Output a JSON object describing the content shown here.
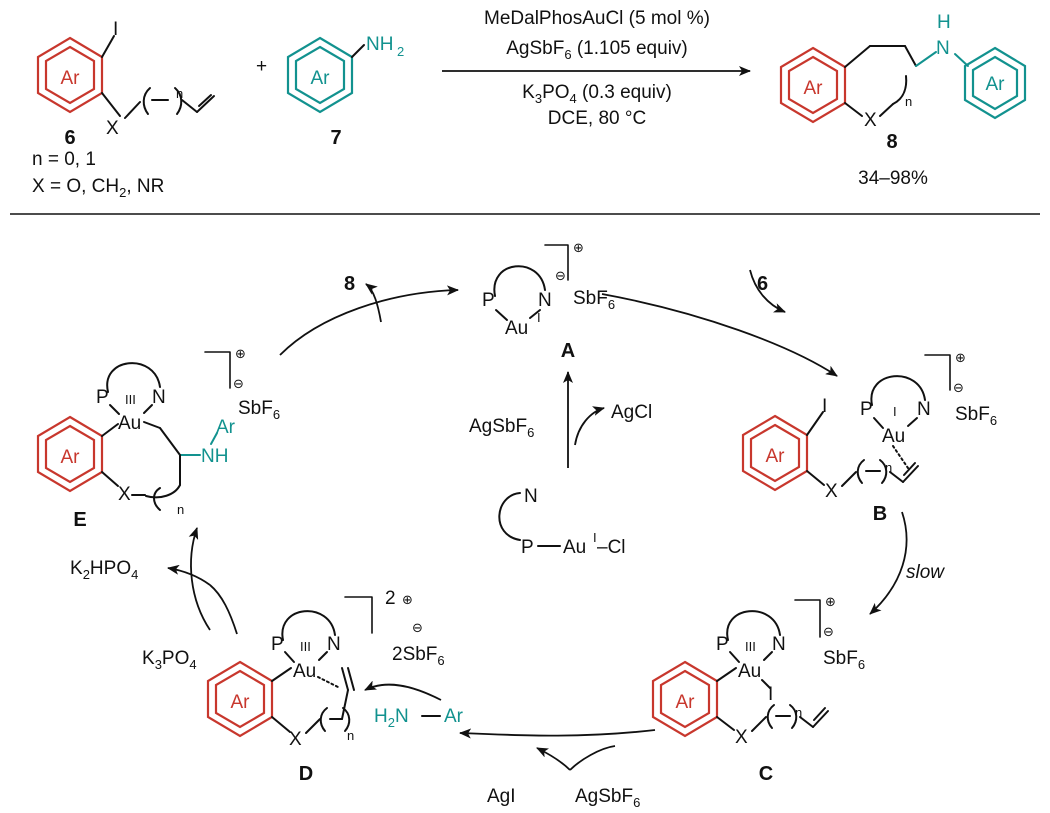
{
  "colors": {
    "aryl_red": "#c8372d",
    "aryl_teal": "#12928f",
    "ink": "#111111"
  },
  "aryl_label": "Ar",
  "top_reaction": {
    "reactant_6": {
      "iodo": "I",
      "tether_atom": "X",
      "tether_index": "n",
      "compound_number": "6"
    },
    "plus": "+",
    "reactant_7": {
      "amine_group": "NH",
      "amine_sub": "2",
      "compound_number": "7"
    },
    "conditions_above": {
      "line1": "MeDalPhosAuCl (5 mol %)",
      "line2_main": "AgSbF",
      "line2_sub": "6",
      "line2_rest": " (1.105 equiv)"
    },
    "conditions_below": {
      "line1_main": "K",
      "line1_sub1": "3",
      "line1_mid": "PO",
      "line1_sub2": "4",
      "line1_rest": " (0.3 equiv)",
      "line2": "DCE, 80 °C"
    },
    "product_8": {
      "ring_atom": "X",
      "tether_index": "n",
      "nh_h": "H",
      "nh_n": "N",
      "compound_number": "8",
      "yield": "34–98%"
    },
    "scope_n": "n = 0, 1",
    "scope_x_a": "X = O, CH",
    "scope_x_sub": "2",
    "scope_x_b": ", NR"
  },
  "cycle": {
    "label_a": "A",
    "label_b": "B",
    "label_c": "C",
    "label_d": "D",
    "label_e": "E",
    "ligand_p": "P",
    "ligand_n": "N",
    "gold_symbol": "Au",
    "ox_state_i": "I",
    "ox_state_iii": "III",
    "counterion_main": "SbF",
    "counterion_sub": "6",
    "counterion_2": "2SbF",
    "plus_sign": "⊕",
    "minus_sign": "⊖",
    "charge_two": "2",
    "iodide": "I",
    "x_atom": "X",
    "n_index": "n",
    "amine_ar": "Ar",
    "amine_nh": "NH",
    "product_in": "8",
    "substrate_in": "6",
    "slow_label": "slow",
    "precat_n": "N",
    "precat_p": "P",
    "precat_au": "Au",
    "precat_i": "I",
    "precat_cl": "–Cl",
    "agsbf6_main": "AgSbF",
    "agsbf6_sub": "6",
    "agcl": "AgCl",
    "agi": "AgI",
    "k2hpo4_a": "K",
    "k2hpo4_s1": "2",
    "k2hpo4_b": "HPO",
    "k2hpo4_s2": "4",
    "k3po4_a": "K",
    "k3po4_s1": "3",
    "k3po4_b": "PO",
    "k3po4_s2": "4",
    "h2n_h": "H",
    "h2n_sub": "2",
    "h2n_n": "N",
    "h2n_ar": "Ar"
  }
}
